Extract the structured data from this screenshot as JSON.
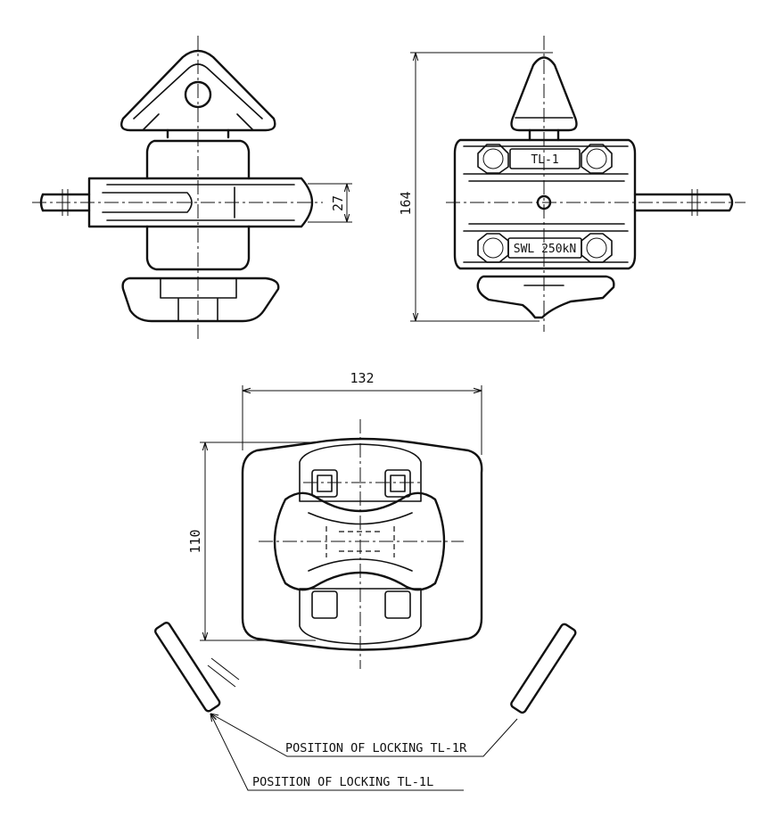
{
  "dimensions": {
    "d27": "27",
    "d164": "164",
    "d132": "132",
    "d110": "110"
  },
  "labels": {
    "plate_top": "TL-1",
    "plate_bottom": "SWL 250kN"
  },
  "notes": {
    "locking_r": "POSITION OF LOCKING TL-1R",
    "locking_l": "POSITION OF LOCKING TL-1L"
  }
}
